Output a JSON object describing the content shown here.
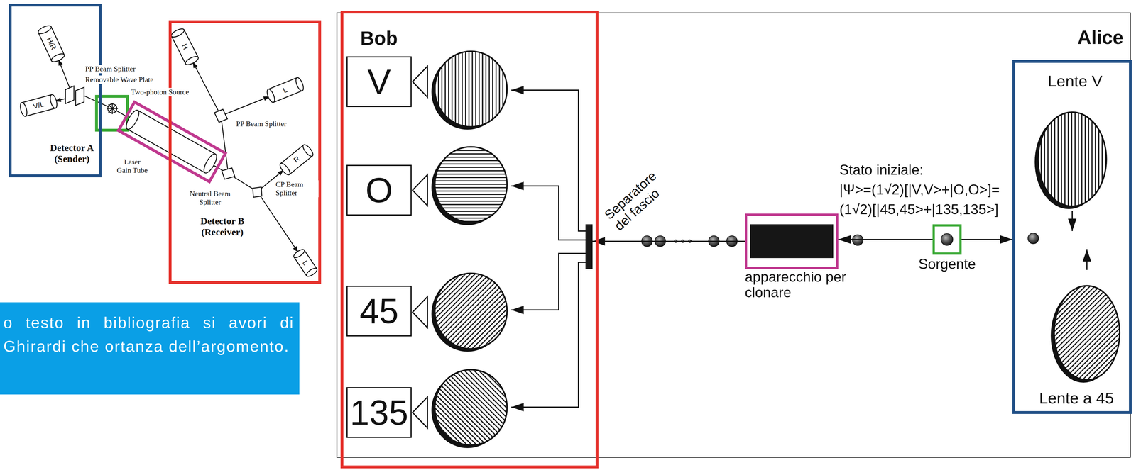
{
  "diagram": {
    "nodes": [
      {
        "text": [
          "Detector A (Sender)"
        ]
      },
      {
        "text": [
          "Detector B (Receiver)"
        ]
      },
      {
        "text": [
          "o testo in bibliografia si avori di Ghirardi che ortanza dell’argomento."
        ]
      },
      {
        "text": [
          "Bob"
        ]
      },
      {
        "text": [
          "V"
        ],
        "in": 3
      },
      {
        "text": [
          "O"
        ],
        "in": 3
      },
      {
        "text": [
          "45"
        ],
        "in": 3
      },
      {
        "text": [
          "135"
        ],
        "in": 3
      },
      {
        "text": [
          "Separatore del fascio"
        ]
      },
      {
        "text": [
          "apparecchio per clonare"
        ]
      },
      {
        "text": [
          "Sorgente"
        ]
      },
      {
        "text": [
          "Alice"
        ]
      },
      {
        "text": [
          "Lente V"
        ],
        "in": 11
      },
      {
        "text": [
          "Lente a 45"
        ],
        "in": 11
      }
    ],
    "edges": [
      {
        "from": 8,
        "to": 4,
        "arrow": "to"
      },
      {
        "from": 8,
        "to": 5,
        "arrow": "to"
      },
      {
        "from": 8,
        "to": 6,
        "arrow": "to"
      },
      {
        "from": 8,
        "to": 7,
        "arrow": "to"
      },
      {
        "from": 9,
        "to": 8,
        "arrow": "to"
      },
      {
        "from": 10,
        "to": 9,
        "arrow": "to"
      },
      {
        "from": 10,
        "to": 11,
        "arrow": "to"
      }
    ],
    "labels": [
      "H/R",
      "V/L",
      "PP Beam Splitter",
      "Removable Wave Plate",
      "Two-photon Source",
      "Laser Gain Tube",
      "H",
      "L",
      "PP Beam Splitter",
      "R",
      "CP Beam Splitter",
      "Neutral Beam Splitter",
      "L",
      "Stato iniziale:",
      "|Ψ>=(1√2)[|V,V>+|O,O>]=",
      "(1√2)[|45,45>+|135,135>]"
    ]
  }
}
